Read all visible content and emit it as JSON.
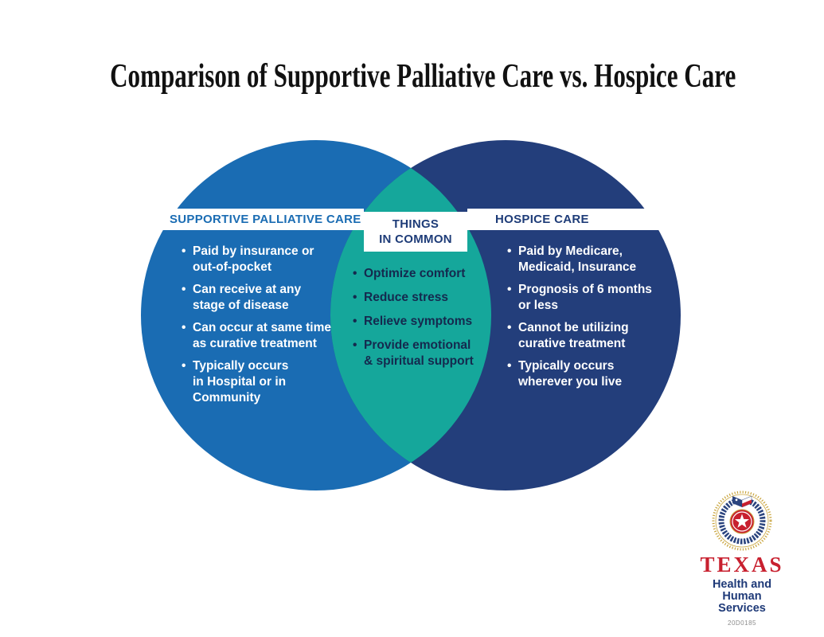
{
  "title": "Comparison of Supportive Palliative Care vs. Hospice Care",
  "diagram": {
    "left": {
      "heading": "SUPPORTIVE PALLIATIVE CARE",
      "items": [
        "Paid by insurance or\nout-of-pocket",
        "Can receive at any\nstage of disease",
        "Can occur at same time\nas curative treatment",
        "Typically occurs\nin Hospital or in\nCommunity"
      ]
    },
    "center": {
      "heading": "THINGS\nIN COMMON",
      "items": [
        "Optimize comfort",
        "Reduce stress",
        "Relieve symptoms",
        "Provide emotional\n& spiritual support"
      ]
    },
    "right": {
      "heading": "HOSPICE CARE",
      "items": [
        "Paid by Medicare,\nMedicaid, Insurance",
        "Prognosis of 6 months\nor less",
        "Cannot be utilizing\ncurative treatment",
        "Typically occurs\nwherever you live"
      ]
    }
  },
  "colors": {
    "left_circle": "#1A6CB3",
    "right_circle": "#233E7B",
    "overlap": "#15A79B",
    "left_heading_text": "#1A6CB3",
    "navy_heading_text": "#1E3C78",
    "center_item_text": "#15294E",
    "circle_item_text": "#FFFFFF",
    "title_text": "#111111",
    "texas_red": "#C8202F",
    "seal_gold": "#C9A43C",
    "seal_navy": "#2A437E",
    "footnote_gray": "#8C8C8C"
  },
  "logo": {
    "seal_icon": "texas-state-seal",
    "wordmark": "TEXAS",
    "agency": "Health and Human\nServices",
    "code": "20D0185"
  }
}
